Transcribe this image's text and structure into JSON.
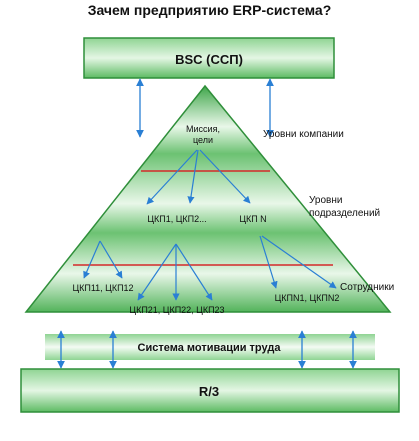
{
  "title": "Зачем предприятию ERP-система?",
  "top_box": {
    "label": "BSC (ССП)"
  },
  "bottom_box": {
    "label": "R/3"
  },
  "levels": {
    "company": "Уровни компании",
    "divisions_line1": "Уровни",
    "divisions_line2": "подразделений",
    "employees": "Сотрудники"
  },
  "nodes": {
    "mission_line1": "Миссия,",
    "mission_line2": "цели",
    "ckp_level": "ЦКП1, ЦКП2...",
    "ckp_n": "ЦКП N",
    "ckp11_12": "ЦКП11, ЦКП12",
    "ckp21_23": "ЦКП21, ЦКП22, ЦКП23",
    "ckpn1_n2": "ЦКПN1, ЦКПN2"
  },
  "motivation": "Система мотивации труда",
  "colors": {
    "green": "#54b75c",
    "green_dark": "#2f8f3a",
    "arrow": "#2a7fd4",
    "divider": "#d42a2a"
  }
}
